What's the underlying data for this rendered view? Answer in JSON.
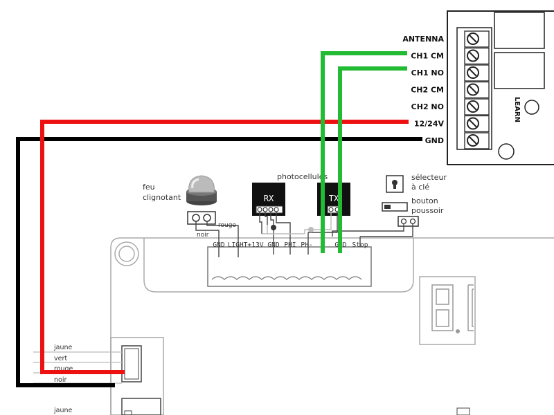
{
  "receiver": {
    "terminals": [
      "ANTENNA",
      "CH1 CM",
      "CH1 NO",
      "CH2 CM",
      "CH2 NO",
      "12/24V",
      "GND"
    ],
    "learn_label": "LEARN"
  },
  "components": {
    "feu_label_1": "feu",
    "feu_label_2": "clignotant",
    "feu_wire_red": "rouge",
    "feu_wire_black": "noir",
    "photocells_label": "photocellules",
    "rx_label": "RX",
    "tx_label": "TX",
    "key_selector_label_1": "sélecteur",
    "key_selector_label_2": "à clé",
    "push_button_label_1": "bouton",
    "push_button_label_2": "poussoir"
  },
  "board": {
    "terminal_labels": [
      "GND",
      "LIGHT+",
      "13V",
      "GND",
      "PHI",
      "PH-",
      "P",
      "GND",
      "Stop"
    ],
    "connector_wires": [
      "jaune",
      "vert",
      "rouge",
      "noir"
    ],
    "connector_wire_bottom": "jaune"
  },
  "colors": {
    "green_wire": "#22bb33",
    "red_wire": "#ee1111",
    "black_wire": "#000000"
  }
}
